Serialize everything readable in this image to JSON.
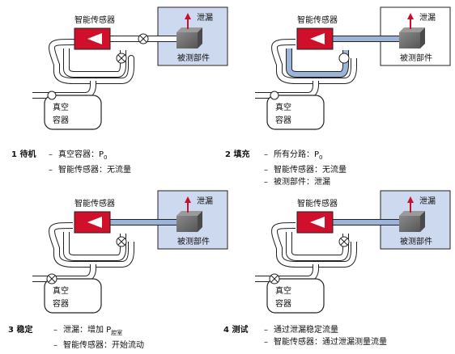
{
  "labels": {
    "sensor": "智能传感器",
    "leak": "泄漏",
    "part": "被测部件",
    "vessel_line1": "真空",
    "vessel_line2": "容器"
  },
  "panels": [
    {
      "step": "1 待机",
      "lines": [
        {
          "dash": "–",
          "text": "真空容器：P",
          "sub": "0"
        },
        {
          "dash": "–",
          "text": "智能传感器：无流量",
          "sub": ""
        }
      ]
    },
    {
      "step": "2 填充",
      "lines": [
        {
          "dash": "–",
          "text": "所有分路：P",
          "sub": "0"
        },
        {
          "dash": "–",
          "text": "智能传感器：无流量",
          "sub": ""
        },
        {
          "dash": "–",
          "text": "被测部件：泄漏",
          "sub": ""
        }
      ]
    },
    {
      "step": "3 稳定",
      "lines": [
        {
          "dash": "–",
          "text": "泄漏：增加 P",
          "sub": "腔室"
        },
        {
          "dash": "–",
          "text": "智能传感器：开始流动",
          "sub": ""
        }
      ]
    },
    {
      "step": "4 测试",
      "lines": [
        {
          "dash": "–",
          "text": "通过泄漏稳定流量",
          "sub": ""
        },
        {
          "dash": "–",
          "text": "智能传感器：通过泄漏测量流量",
          "sub": ""
        }
      ]
    }
  ],
  "colors": {
    "sensor_red": "#d0102a",
    "pipe_blue": "#9db4d9",
    "chamber_blue": "#cdd9ef",
    "leak_arrow": "#c8102e",
    "part_gray": "#6d6d6d"
  }
}
